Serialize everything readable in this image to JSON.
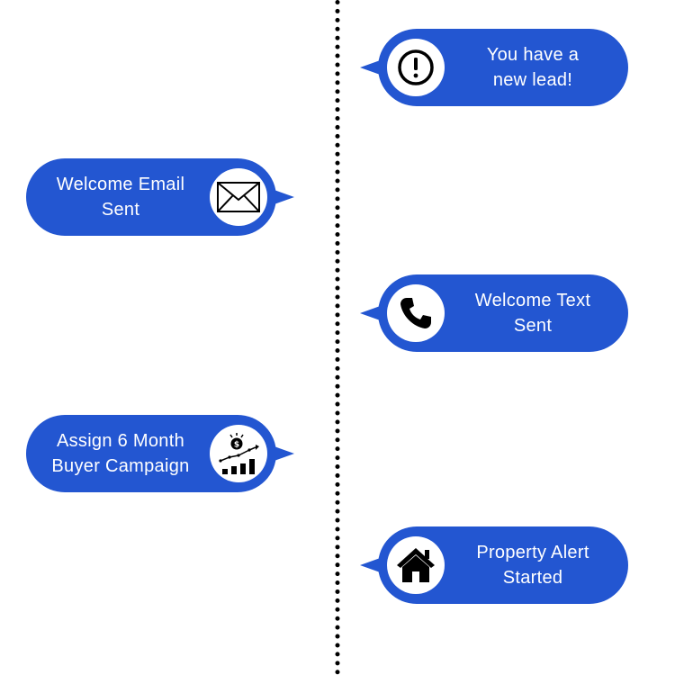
{
  "colors": {
    "bubble": "#2356d1",
    "text": "#ffffff",
    "icon_bg": "#ffffff",
    "timeline": "#000000"
  },
  "steps": [
    {
      "side": "right",
      "icon": "exclamation-icon",
      "line1": "You have a",
      "line2": "new lead!"
    },
    {
      "side": "left",
      "icon": "envelope-icon",
      "line1": "Welcome Email",
      "line2": "Sent"
    },
    {
      "side": "right",
      "icon": "phone-icon",
      "line1": "Welcome Text",
      "line2": "Sent"
    },
    {
      "side": "left",
      "icon": "growth-chart-icon",
      "line1": "Assign 6 Month",
      "line2": "Buyer Campaign"
    },
    {
      "side": "right",
      "icon": "house-icon",
      "line1": "Property Alert",
      "line2": "Started"
    }
  ]
}
